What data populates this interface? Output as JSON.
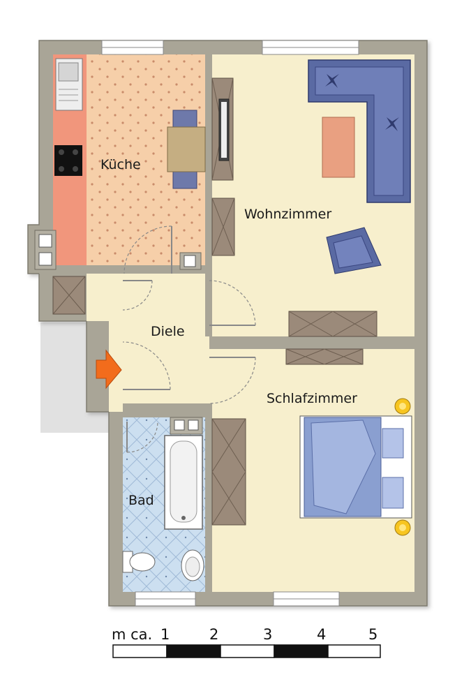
{
  "rooms": {
    "kitchen": "Küche",
    "living": "Wohnzimmer",
    "hall": "Diele",
    "bedroom": "Schlafzimmer",
    "bath": "Bad"
  },
  "scale": {
    "prefix": "m ca.",
    "ticks": [
      "1",
      "2",
      "3",
      "4",
      "5"
    ],
    "unit": "m"
  },
  "colors": {
    "wall": "#a9a597",
    "floor": "#f7efcd",
    "kitchen_floor": "#f6cfa9",
    "counter": "#f1967c",
    "bath_floor": "#ccdff0",
    "sofa": "#5a6aa3",
    "bed": "#8a9fd0",
    "cabinet": "#9b8a7a",
    "entrance_arrow": "#f26c1c",
    "lamp": "#f7c520"
  },
  "entrance": {
    "icon": "entrance-arrow-icon"
  }
}
